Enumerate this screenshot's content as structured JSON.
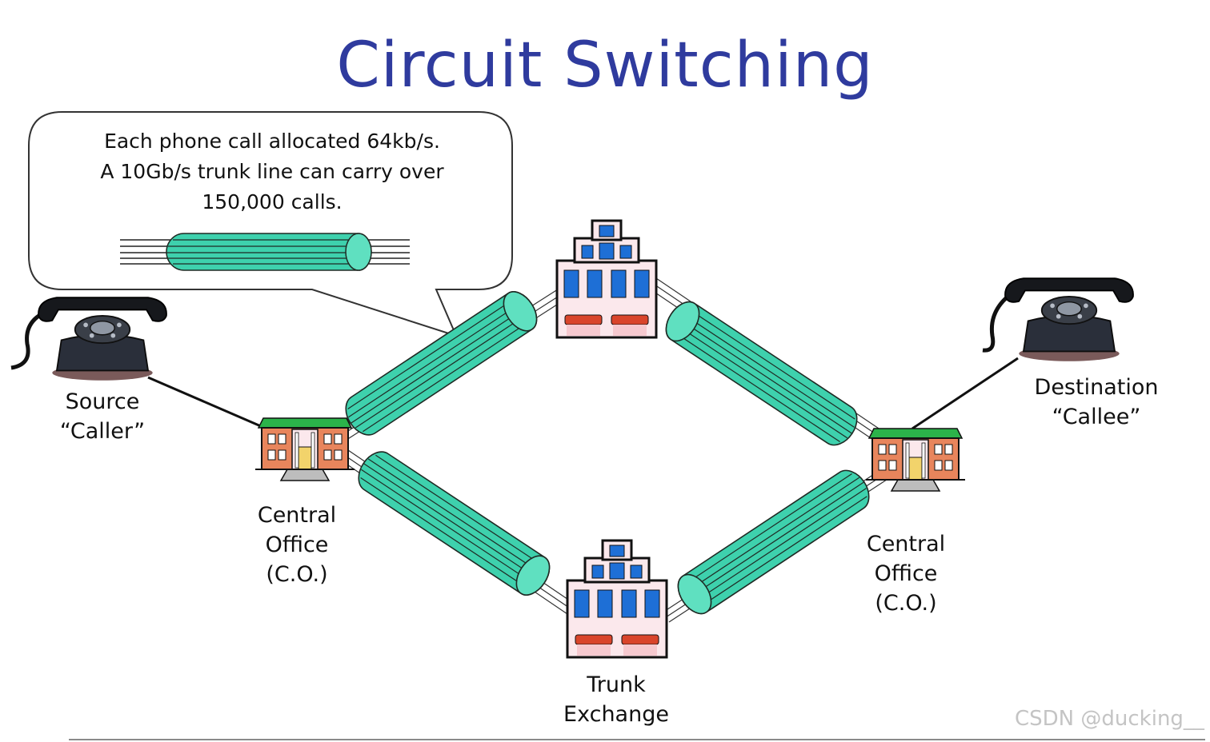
{
  "title": "Circuit Switching",
  "callout": {
    "lines": [
      "Each phone call allocated 64kb/s.",
      "A 10Gb/s trunk line can carry over",
      "150,000 calls."
    ]
  },
  "labels": {
    "source": [
      "Source",
      "“Caller”"
    ],
    "destination": [
      "Destination",
      "“Callee”"
    ],
    "central_office_left": [
      "Central",
      "Office",
      "(C.O.)"
    ],
    "central_office_right": [
      "Central",
      "Office",
      "(C.O.)"
    ],
    "trunk_exchange": [
      "Trunk",
      "Exchange"
    ]
  },
  "watermark": "CSDN @ducking__",
  "colors": {
    "title": "#2f3b9e",
    "trunk_fill": "#3ed1ad",
    "trunk_stroke": "#1f2a24",
    "office_wall": "#e8855c",
    "office_roof": "#2bb34a",
    "exchange_window": "#1e6fd6",
    "exchange_door": "#d9452b"
  },
  "icons": {
    "caller_phone": "rotary-telephone-icon",
    "callee_phone": "rotary-telephone-icon",
    "central_office": "office-building-icon",
    "exchange": "exchange-building-icon",
    "trunk": "trunk-cable-icon"
  }
}
